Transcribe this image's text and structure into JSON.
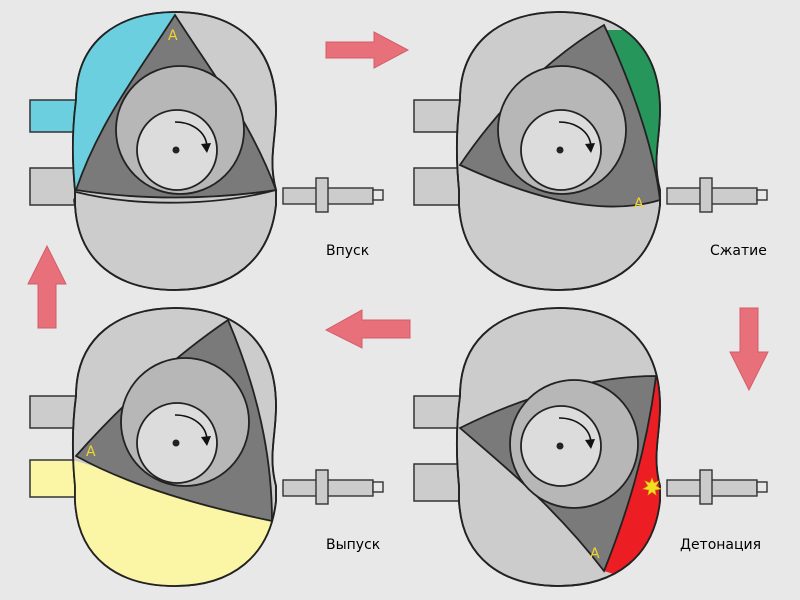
{
  "stages": [
    {
      "id": "intake",
      "label": "Впуск",
      "apex_label": "A",
      "highlight": "#6ccfe0"
    },
    {
      "id": "compression",
      "label": "Сжатие",
      "apex_label": "A",
      "highlight": "#27965a"
    },
    {
      "id": "ignition",
      "label": "Детонация",
      "apex_label": "A",
      "highlight": "#ec1e24"
    },
    {
      "id": "exhaust",
      "label": "Выпуск",
      "apex_label": "A",
      "highlight": "#fbf5a6"
    }
  ],
  "colors": {
    "background": "#e8e8e8",
    "housing": "#cccccc",
    "rotor": "#7a7a7a",
    "rotor_gear": "#b7b7b7",
    "shaft": "#dcdcdc",
    "arrow": "#e8707a",
    "spark": "#f3dd25",
    "apex": "#f2d62a"
  },
  "icons": {
    "flow_arrow": "cycle-arrow-icon",
    "rotation": "rotation-arrow-icon",
    "spark": "spark-icon"
  }
}
